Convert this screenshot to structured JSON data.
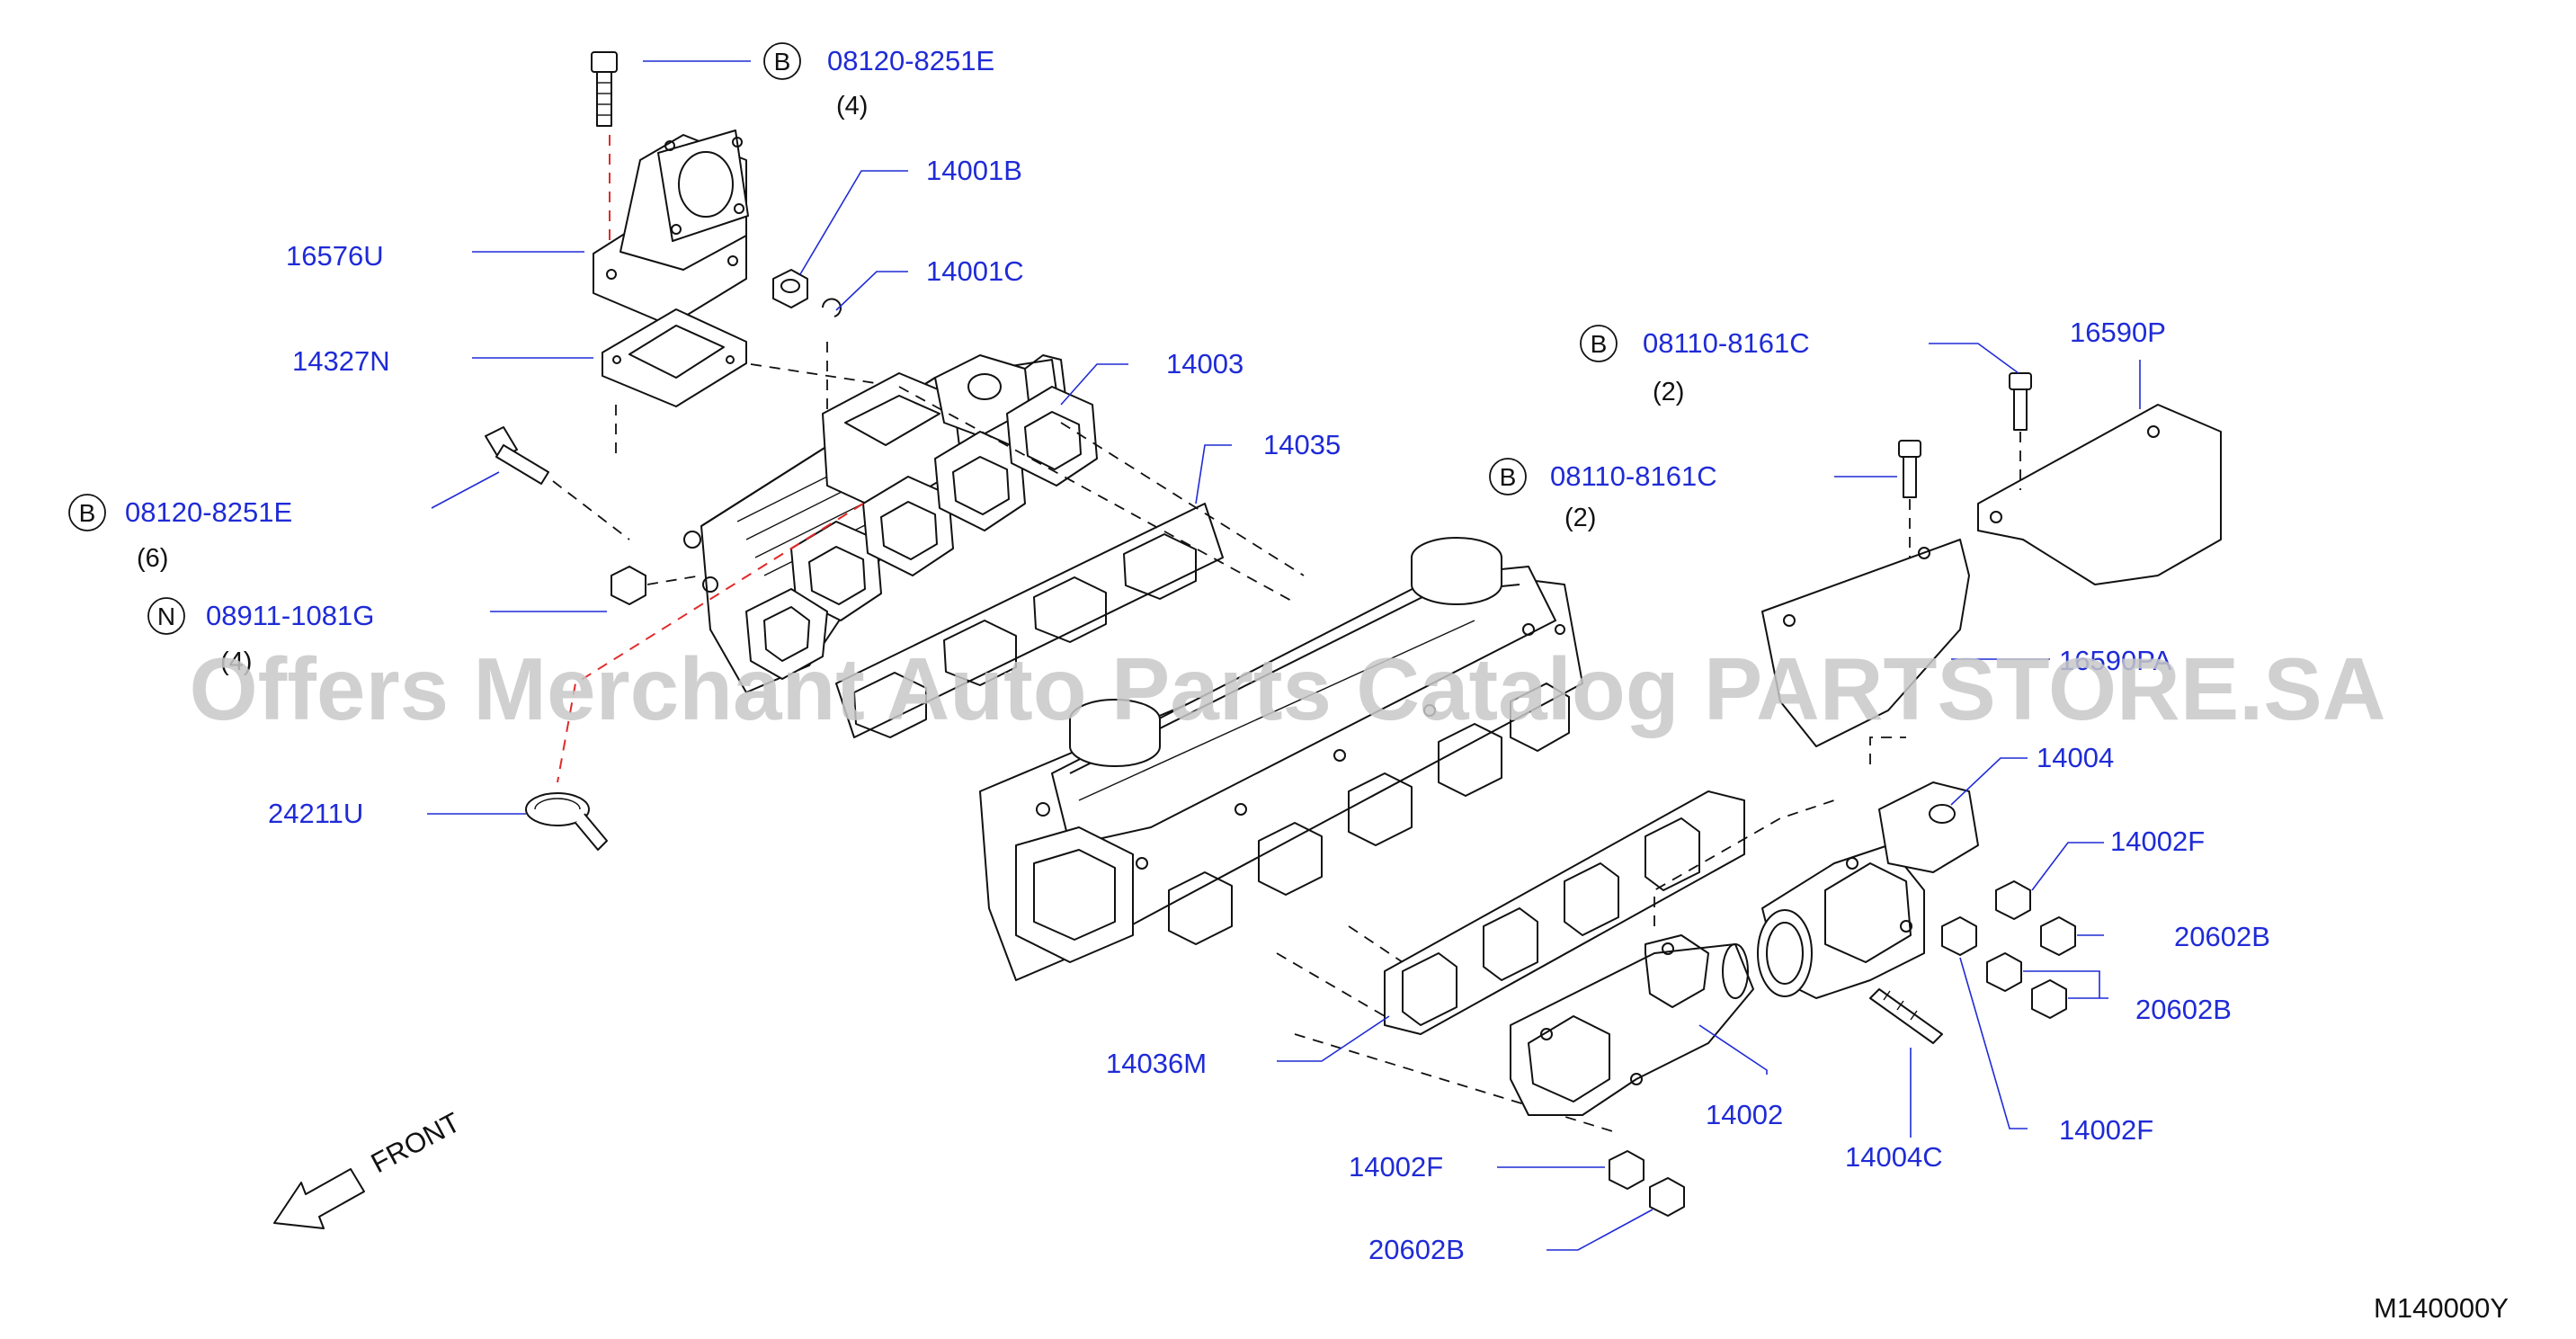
{
  "watermark": "Offers Merchant Auto Parts Catalog PARTSTORE.SA",
  "diagram_id": "M140000Y",
  "front_label": "FRONT",
  "callouts": {
    "c16576U": "16576U",
    "c14327N": "14327N",
    "c14001B": "14001B",
    "c14001C": "14001C",
    "c14003": "14003",
    "c14035": "14035",
    "c24211U": "24211U",
    "c14036M": "14036M",
    "c14002": "14002",
    "c14002F_left": "14002F",
    "c20602B_left": "20602B",
    "c14004C": "14004C",
    "c14002F_right_low": "14002F",
    "c20602B_right_a": "20602B",
    "c20602B_right_b": "20602B",
    "c14002F_right_top": "14002F",
    "c14004": "14004",
    "c16590P": "16590P",
    "c16590PA": "16590PA"
  },
  "badged_callouts": {
    "top_bolt": {
      "badge": "B",
      "number": "08120-8251E",
      "qty": "(4)"
    },
    "left_bolt": {
      "badge": "B",
      "number": "08120-8251E",
      "qty": "(6)"
    },
    "left_nut": {
      "badge": "N",
      "number": "08911-1081G",
      "qty": "(4)"
    },
    "heatshield_bolt_upper": {
      "badge": "B",
      "number": "08110-8161C",
      "qty": "(2)"
    },
    "heatshield_bolt_lower": {
      "badge": "B",
      "number": "08110-8161C",
      "qty": "(2)"
    }
  },
  "colors": {
    "callout_text": "#1f2bd6",
    "line_art": "#111111",
    "phantom_red": "#e02a2a",
    "watermark": "#c8c8c8"
  }
}
